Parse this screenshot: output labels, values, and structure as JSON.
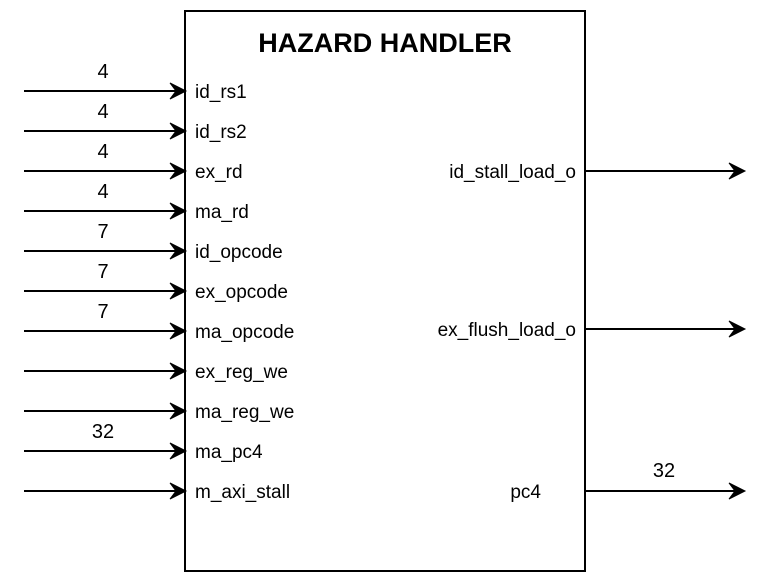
{
  "block": {
    "title": "HAZARD HANDLER"
  },
  "inputs": [
    {
      "name": "id_rs1",
      "width": "4"
    },
    {
      "name": "id_rs2",
      "width": "4"
    },
    {
      "name": "ex_rd",
      "width": "4"
    },
    {
      "name": "ma_rd",
      "width": "4"
    },
    {
      "name": "id_opcode",
      "width": "7"
    },
    {
      "name": "ex_opcode",
      "width": "7"
    },
    {
      "name": "ma_opcode",
      "width": "7"
    },
    {
      "name": "ex_reg_we",
      "width": ""
    },
    {
      "name": "ma_reg_we",
      "width": ""
    },
    {
      "name": "ma_pc4",
      "width": "32"
    },
    {
      "name": "m_axi_stall",
      "width": ""
    }
  ],
  "outputs": [
    {
      "name": "id_stall_load_o",
      "width": ""
    },
    {
      "name": "ex_flush_load_o",
      "width": ""
    },
    {
      "name": "pc4",
      "width": "32"
    }
  ]
}
